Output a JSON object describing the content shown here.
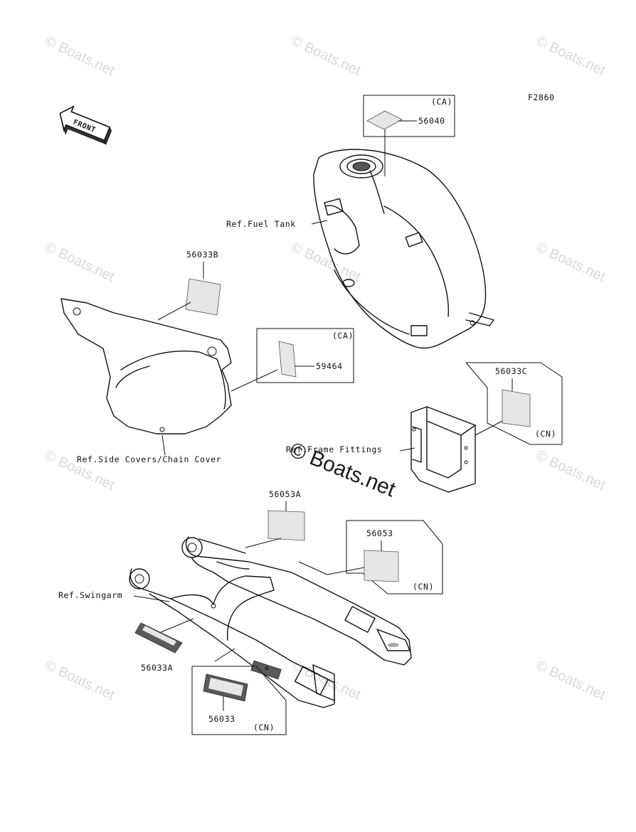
{
  "figure_code": "F2860",
  "front_arrow_label": "FRONT",
  "parts": {
    "fuel_tank_decal": "56040",
    "fuel_tank_region": "(CA)",
    "side_cover_decal": "56033B",
    "side_cover_region_decal": "59464",
    "side_cover_region": "(CA)",
    "frame_decal": "56033C",
    "frame_region": "(CN)",
    "swingarm_decal_a": "56053A",
    "swingarm_decal": "56053",
    "swingarm_region": "(CN)",
    "swingarm_small_decal_a": "56033A",
    "swingarm_small_decal": "56033",
    "swingarm_small_region": "(CN)"
  },
  "references": {
    "fuel_tank": "Ref.Fuel Tank",
    "side_covers": "Ref.Side Covers/Chain Cover",
    "frame_fittings": "Ref.Frame Fittings",
    "swingarm": "Ref.Swingarm"
  },
  "watermark": {
    "small": "© Boats.net",
    "large": "© Boats.net"
  }
}
